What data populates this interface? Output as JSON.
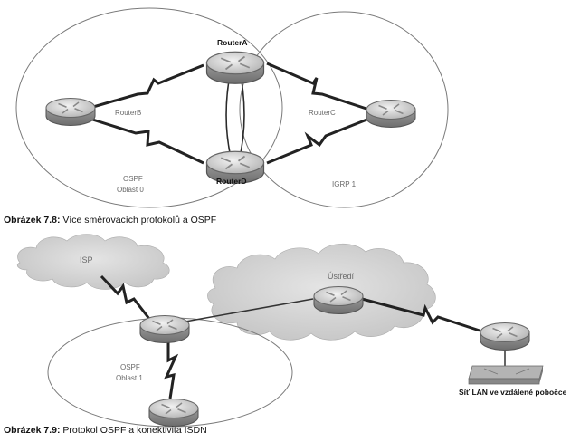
{
  "figure1": {
    "labels": {
      "router_a": "RouterA",
      "router_b": "RouterB",
      "router_c": "RouterC",
      "router_d": "RouterD",
      "ospf": "OSPF",
      "area0": "Oblast 0",
      "igrp": "IGRP 1"
    },
    "caption": {
      "number": "Obrázek 7.8:",
      "text": " Více směrovacích protokolů a OSPF"
    }
  },
  "figure2": {
    "labels": {
      "isp": "ISP",
      "hq": "Ústředí",
      "ospf": "OSPF",
      "area1": "Oblast 1",
      "lan": "Síť LAN ve vzdálené pobočce"
    },
    "caption": {
      "number": "Obrázek 7.9:",
      "text": " Protokol OSPF a konektivita ISDN"
    }
  }
}
